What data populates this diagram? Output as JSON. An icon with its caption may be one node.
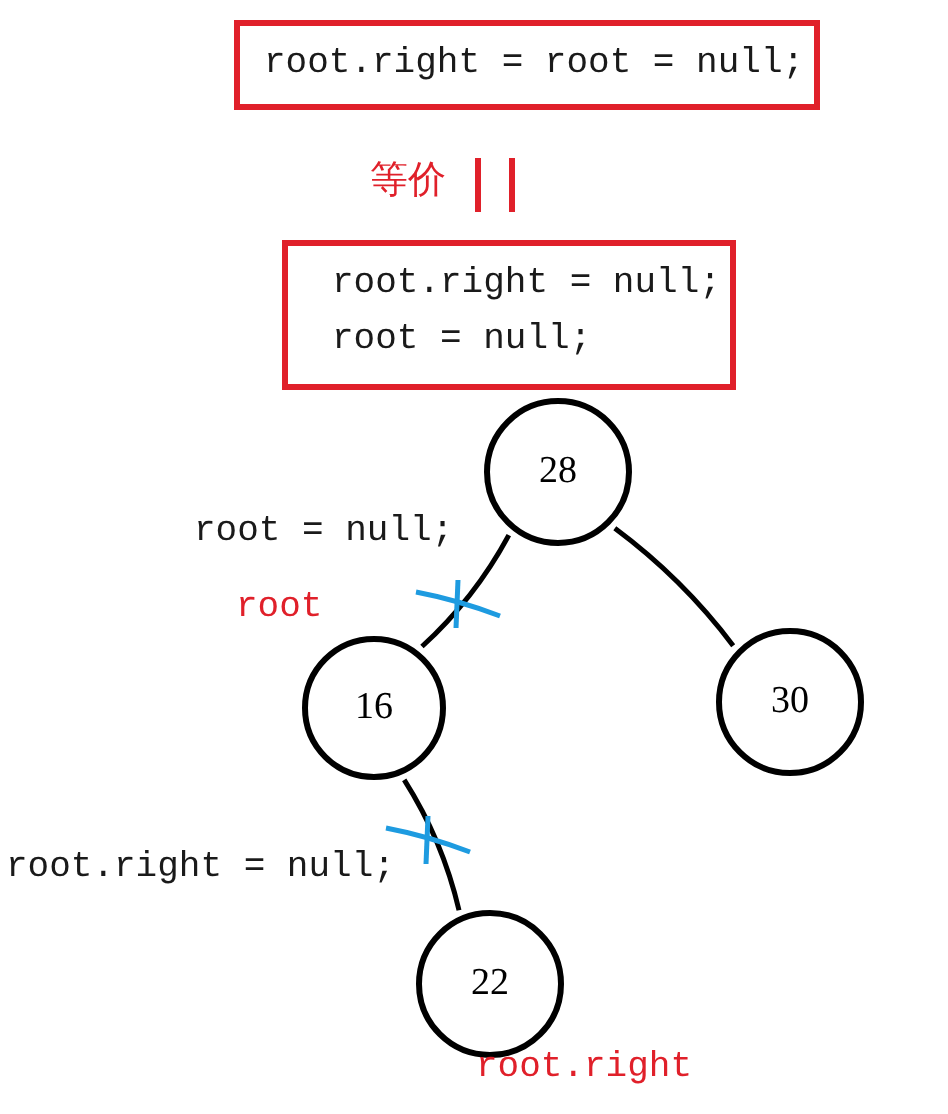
{
  "diagram": {
    "nodes": [
      {
        "text": [
          "root.right = root = null;"
        ]
      },
      {
        "text": [
          "root.right = null;",
          "root = null;"
        ]
      },
      {
        "text": [
          "28"
        ]
      },
      {
        "text": [
          "16"
        ]
      },
      {
        "text": [
          "30"
        ]
      },
      {
        "text": [
          "22"
        ]
      }
    ],
    "edges": [
      {
        "from": 2,
        "to": 3,
        "arrow": "none"
      },
      {
        "from": 2,
        "to": 4,
        "arrow": "none"
      },
      {
        "from": 3,
        "to": 5,
        "arrow": "none"
      }
    ],
    "labels": [
      "等价",
      "root = null;",
      "root",
      "root.right = null;",
      "root.right"
    ]
  }
}
